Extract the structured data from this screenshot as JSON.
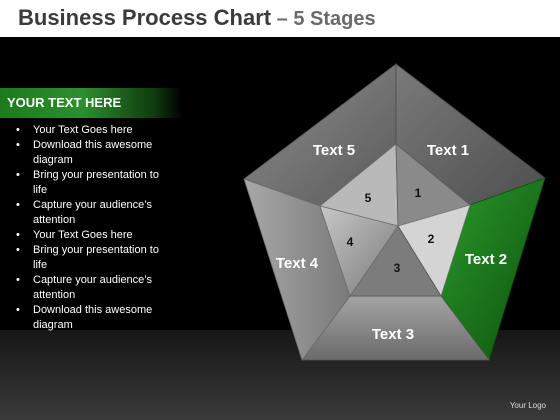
{
  "slide": {
    "title": "Business Process Chart",
    "title_suffix": " – 5 Stages"
  },
  "sidebar": {
    "header": "YOUR TEXT HERE",
    "bullets": [
      "Your Text Goes here",
      "Download this awesome diagram",
      "Bring your presentation to life",
      "Capture your audience’s attention",
      "Your Text Goes here",
      "Bring your presentation to life",
      "Capture your audience’s attention",
      "Download this awesome diagram"
    ]
  },
  "diagram": {
    "segments": [
      {
        "label": "Text 1",
        "number": "1"
      },
      {
        "label": "Text 2",
        "number": "2"
      },
      {
        "label": "Text 3",
        "number": "3"
      },
      {
        "label": "Text 4",
        "number": "4"
      },
      {
        "label": "Text 5",
        "number": "5"
      }
    ],
    "highlight_segment": "Text 2",
    "highlight_color": "#1f7a1f"
  },
  "footer": {
    "logo_text": "Your Logo"
  }
}
